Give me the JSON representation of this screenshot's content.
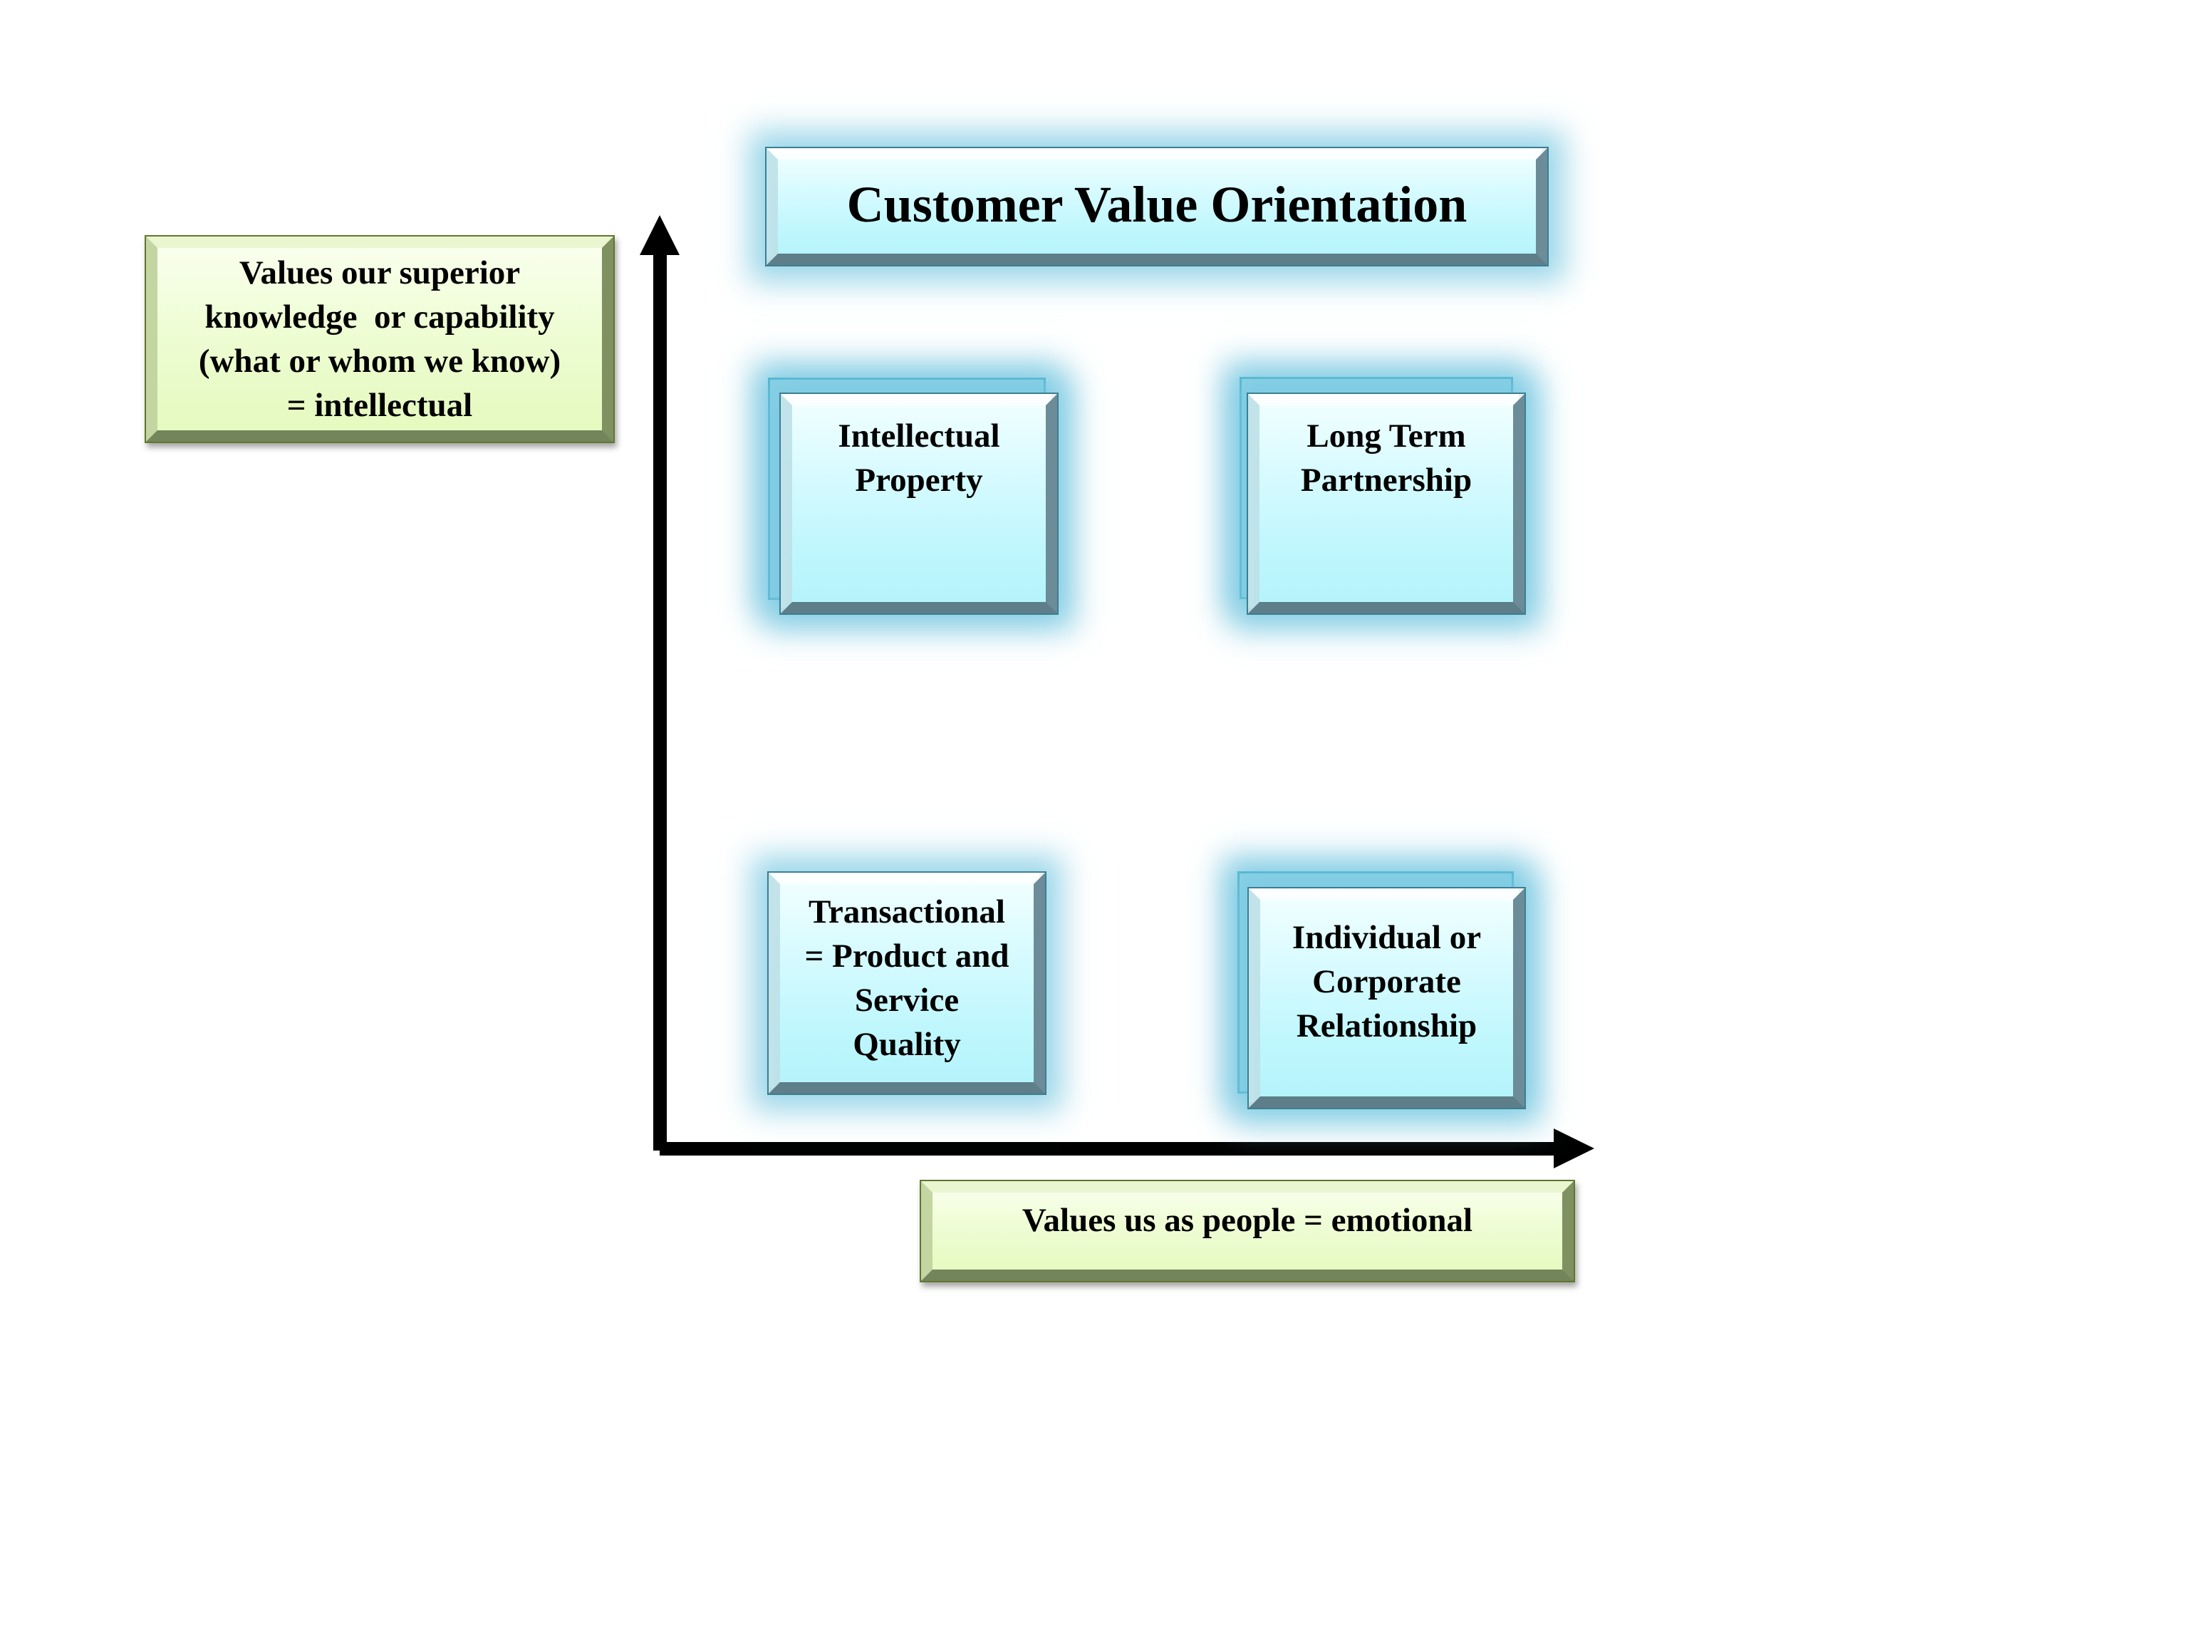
{
  "title": "Customer Value Orientation",
  "axes": {
    "y_label_lines": [
      "Values our superior",
      "knowledge  or capability",
      "(what or whom we know)",
      "= intellectual"
    ],
    "x_label": "Values us as people = emotional"
  },
  "quadrants": [
    {
      "position": "top-left",
      "lines": [
        "Intellectual",
        "Property"
      ]
    },
    {
      "position": "top-right",
      "lines": [
        "Long Term",
        "Partnership"
      ]
    },
    {
      "position": "bottom-left",
      "lines": [
        "Transactional",
        "= Product and",
        "Service",
        "Quality"
      ]
    },
    {
      "position": "bottom-right",
      "lines": [
        "Individual or",
        "Corporate",
        "Relationship"
      ]
    }
  ],
  "colors": {
    "quadrant_fill": "#c8f8fd",
    "quadrant_glow": "#78c8e1",
    "label_fill": "#eefdd4",
    "axis": "#000000"
  }
}
